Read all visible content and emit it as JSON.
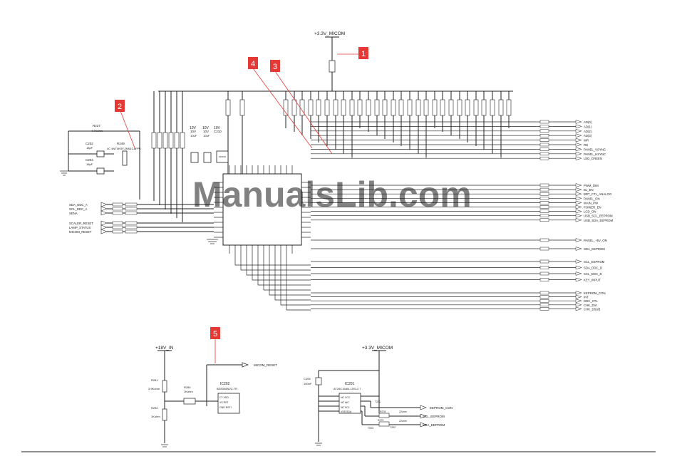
{
  "rails": {
    "micom_top": "+3.3V_MICOM",
    "eighteen_v": "+18V_IN",
    "micom_bottom": "+3.3V_MICOM"
  },
  "callouts": [
    "1",
    "2",
    "3",
    "4",
    "5"
  ],
  "watermark": "ManualsLib.com",
  "right_signals_a": [
    "AD(0)",
    "AD(1)",
    "AD(2)",
    "AD(3)",
    "WR",
    "RD",
    "PANEL_VSYNC",
    "PANEL_HSYNC",
    "LED_GREEN"
  ],
  "right_signals_b": [
    "PWM_DIM",
    "BL_EN",
    "BRT_CTL_ANALOG",
    "PANEL_ON",
    "MAIN_PW",
    "POWER_EN",
    "LCD_ON",
    "USB_SCL_EEPROM",
    "USB_SDA_EEPROM"
  ],
  "right_signals_c": [
    "PANEL_+5V_ON",
    "SDA_EEPROM"
  ],
  "right_signals_d": [
    "SCL_EEPROM",
    "SDA_DDC_D",
    "SCL_DDC_D",
    "KEY_INPUT"
  ],
  "right_signals_e": [
    "EEPROM_CON",
    "INT",
    "DDC_CTL",
    "CHK_DVI",
    "CHK_DSUB"
  ],
  "left_signals": [
    "SDA_DDC_A",
    "SCL_DDC_A",
    "SENA",
    "SCALER_RESET",
    "LAMP_STATUS",
    "MICOM_RESET"
  ],
  "reset_net": "MICOM_RESET",
  "ic202": {
    "ref": "IC202",
    "part": "BD5346NVZ-TR"
  },
  "ic201": {
    "ref": "IC201",
    "part": "AT24C16AN-10SI-2.7"
  },
  "eeprom_nets": [
    "EEPROM_CON",
    "SCL_EEPROM",
    "SDA_EEPROM"
  ],
  "left_caps": {
    "c1": "10V",
    "c2": "10V",
    "c3": "10V"
  },
  "refs_left": [
    "R227",
    "R249",
    "C202",
    "C204"
  ],
  "refs_bottom": [
    "R281",
    "R284",
    "R282",
    "C205"
  ]
}
